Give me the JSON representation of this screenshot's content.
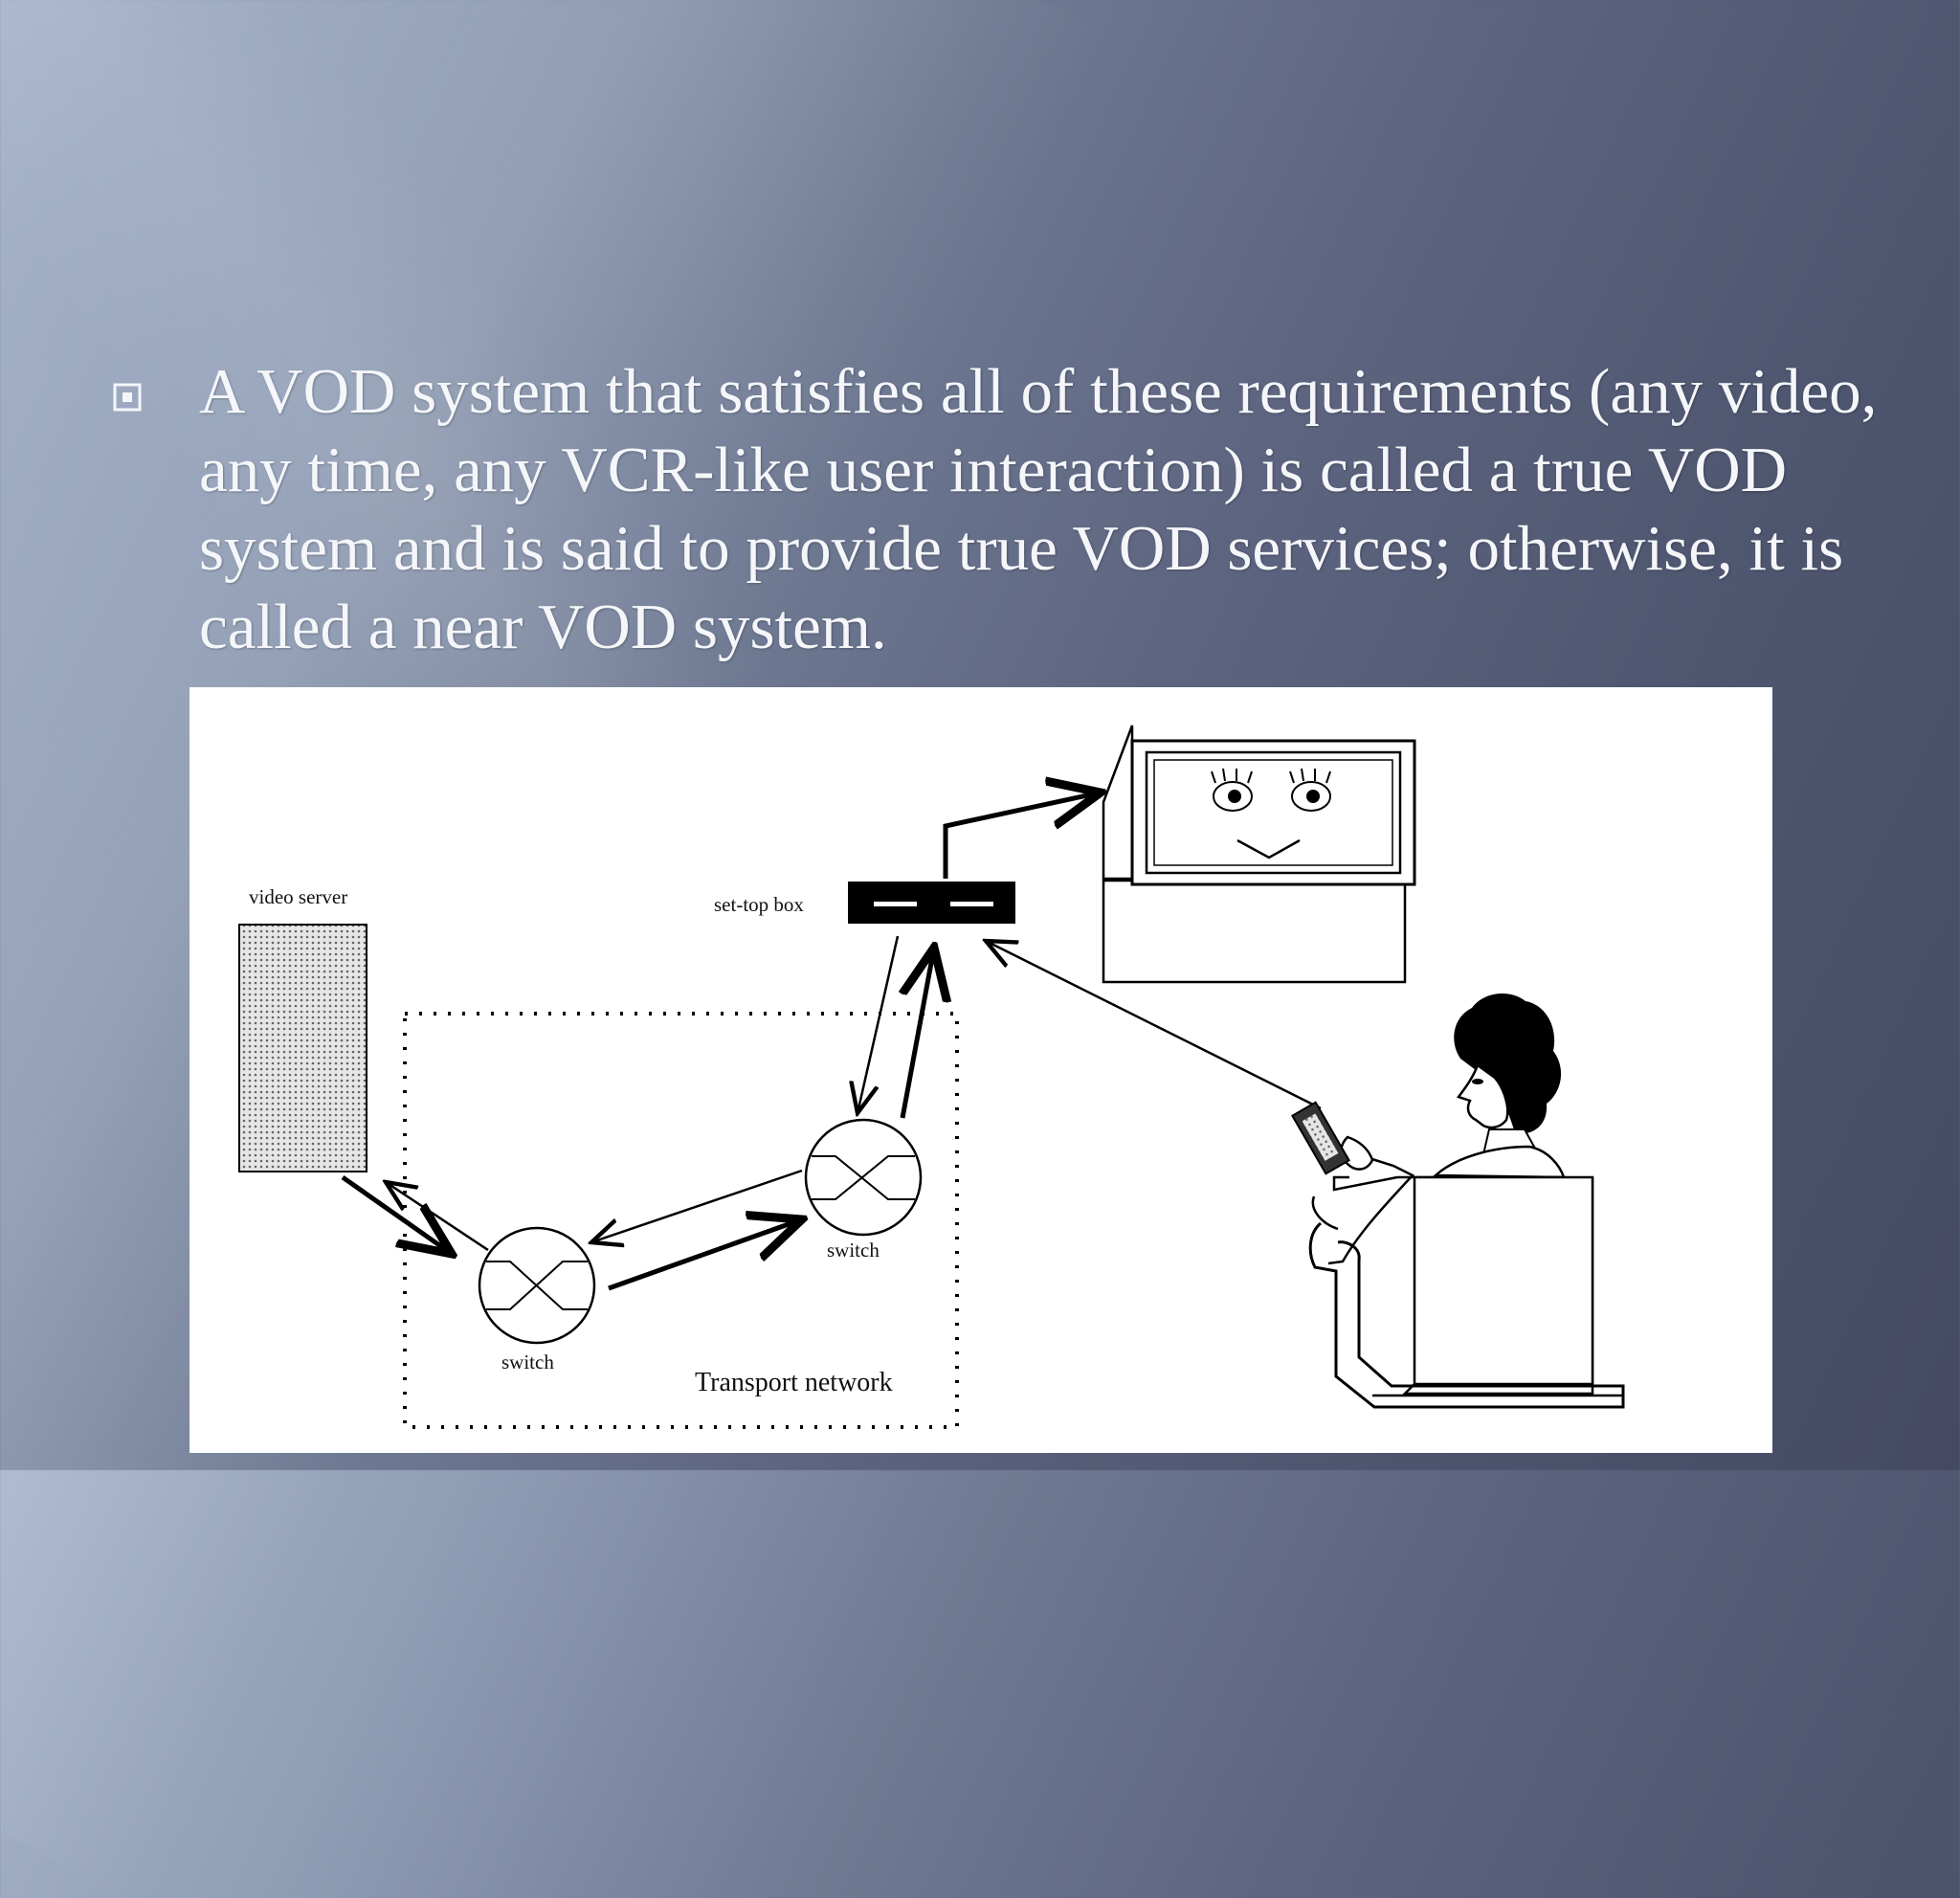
{
  "slide": {
    "bullet_text": "A VOD system that satisfies all of these requirements (any video, any time, any VCR-like user interaction) is called a true VOD system and is said to provide true VOD services; otherwise, it is called a near VOD system."
  },
  "diagram": {
    "labels": {
      "video_server": "video server",
      "set_top_box": "set-top box",
      "switch_left": "switch",
      "switch_right": "switch",
      "transport_network": "Transport network"
    }
  }
}
